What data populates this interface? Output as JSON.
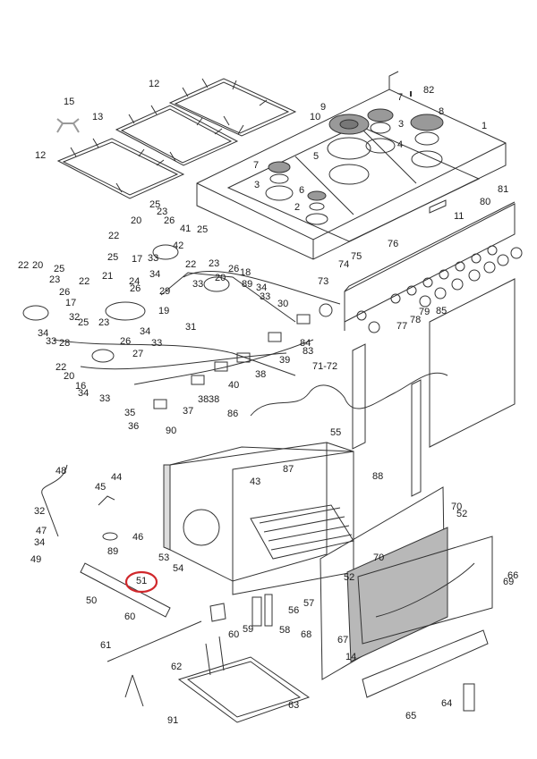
{
  "title": "Cooker exploded parts diagram",
  "highlight": {
    "part": "51",
    "color": "#d0282c"
  },
  "colors": {
    "line": "#333333",
    "fill_gray": "#9a9a9a",
    "glass": "#b8b8b8",
    "bg": "#ffffff"
  },
  "labels": [
    {
      "id": "1",
      "text": "1"
    },
    {
      "id": "2",
      "text": "2"
    },
    {
      "id": "3a",
      "text": "3"
    },
    {
      "id": "3b",
      "text": "3"
    },
    {
      "id": "4",
      "text": "4"
    },
    {
      "id": "5",
      "text": "5"
    },
    {
      "id": "6",
      "text": "6"
    },
    {
      "id": "7a",
      "text": "7"
    },
    {
      "id": "7b",
      "text": "7"
    },
    {
      "id": "8",
      "text": "8"
    },
    {
      "id": "9",
      "text": "9"
    },
    {
      "id": "10",
      "text": "10"
    },
    {
      "id": "11",
      "text": "11"
    },
    {
      "id": "12a",
      "text": "12"
    },
    {
      "id": "12b",
      "text": "12"
    },
    {
      "id": "13",
      "text": "13"
    },
    {
      "id": "14",
      "text": "14"
    },
    {
      "id": "15",
      "text": "15"
    },
    {
      "id": "16",
      "text": "16"
    },
    {
      "id": "17a",
      "text": "17"
    },
    {
      "id": "17b",
      "text": "17"
    },
    {
      "id": "18",
      "text": "18"
    },
    {
      "id": "19",
      "text": "19"
    },
    {
      "id": "20a",
      "text": "20"
    },
    {
      "id": "20b",
      "text": "20"
    },
    {
      "id": "20c",
      "text": "20"
    },
    {
      "id": "20d",
      "text": "20"
    },
    {
      "id": "21",
      "text": "21"
    },
    {
      "id": "22a",
      "text": "22"
    },
    {
      "id": "22b",
      "text": "22"
    },
    {
      "id": "22c",
      "text": "22"
    },
    {
      "id": "22d",
      "text": "22"
    },
    {
      "id": "22e",
      "text": "22"
    },
    {
      "id": "23a",
      "text": "23"
    },
    {
      "id": "23b",
      "text": "23"
    },
    {
      "id": "23c",
      "text": "23"
    },
    {
      "id": "23d",
      "text": "23"
    },
    {
      "id": "24",
      "text": "24"
    },
    {
      "id": "25a",
      "text": "25"
    },
    {
      "id": "25b",
      "text": "25"
    },
    {
      "id": "25c",
      "text": "25"
    },
    {
      "id": "25d",
      "text": "25"
    },
    {
      "id": "25e",
      "text": "25"
    },
    {
      "id": "26a",
      "text": "26"
    },
    {
      "id": "26b",
      "text": "26"
    },
    {
      "id": "26c",
      "text": "26"
    },
    {
      "id": "26d",
      "text": "26"
    },
    {
      "id": "26e",
      "text": "26"
    },
    {
      "id": "27",
      "text": "27"
    },
    {
      "id": "28",
      "text": "28"
    },
    {
      "id": "29",
      "text": "29"
    },
    {
      "id": "30",
      "text": "30"
    },
    {
      "id": "31",
      "text": "31"
    },
    {
      "id": "32a",
      "text": "32"
    },
    {
      "id": "32b",
      "text": "32"
    },
    {
      "id": "33a",
      "text": "33"
    },
    {
      "id": "33b",
      "text": "33"
    },
    {
      "id": "33c",
      "text": "33"
    },
    {
      "id": "33d",
      "text": "33"
    },
    {
      "id": "33e",
      "text": "33"
    },
    {
      "id": "33f",
      "text": "33"
    },
    {
      "id": "34a",
      "text": "34"
    },
    {
      "id": "34b",
      "text": "34"
    },
    {
      "id": "34c",
      "text": "34"
    },
    {
      "id": "34d",
      "text": "34"
    },
    {
      "id": "34e",
      "text": "34"
    },
    {
      "id": "34f",
      "text": "34"
    },
    {
      "id": "35",
      "text": "35"
    },
    {
      "id": "36",
      "text": "36"
    },
    {
      "id": "37",
      "text": "37"
    },
    {
      "id": "38a",
      "text": "38"
    },
    {
      "id": "38b",
      "text": "38"
    },
    {
      "id": "38c",
      "text": "38"
    },
    {
      "id": "39",
      "text": "39"
    },
    {
      "id": "40",
      "text": "40"
    },
    {
      "id": "41",
      "text": "41"
    },
    {
      "id": "42",
      "text": "42"
    },
    {
      "id": "43",
      "text": "43"
    },
    {
      "id": "44",
      "text": "44"
    },
    {
      "id": "45",
      "text": "45"
    },
    {
      "id": "46",
      "text": "46"
    },
    {
      "id": "47",
      "text": "47"
    },
    {
      "id": "48",
      "text": "48"
    },
    {
      "id": "49",
      "text": "49"
    },
    {
      "id": "50",
      "text": "50"
    },
    {
      "id": "51",
      "text": "51"
    },
    {
      "id": "52a",
      "text": "52"
    },
    {
      "id": "52b",
      "text": "52"
    },
    {
      "id": "53",
      "text": "53"
    },
    {
      "id": "54",
      "text": "54"
    },
    {
      "id": "55",
      "text": "55"
    },
    {
      "id": "56",
      "text": "56"
    },
    {
      "id": "57",
      "text": "57"
    },
    {
      "id": "58",
      "text": "58"
    },
    {
      "id": "59",
      "text": "59"
    },
    {
      "id": "60a",
      "text": "60"
    },
    {
      "id": "60b",
      "text": "60"
    },
    {
      "id": "61",
      "text": "61"
    },
    {
      "id": "62",
      "text": "62"
    },
    {
      "id": "63",
      "text": "63"
    },
    {
      "id": "64",
      "text": "64"
    },
    {
      "id": "65",
      "text": "65"
    },
    {
      "id": "66",
      "text": "66"
    },
    {
      "id": "67",
      "text": "67"
    },
    {
      "id": "68",
      "text": "68"
    },
    {
      "id": "69",
      "text": "69"
    },
    {
      "id": "70a",
      "text": "70"
    },
    {
      "id": "70b",
      "text": "70"
    },
    {
      "id": "71-72",
      "text": "71-72"
    },
    {
      "id": "73",
      "text": "73"
    },
    {
      "id": "74",
      "text": "74"
    },
    {
      "id": "75",
      "text": "75"
    },
    {
      "id": "76",
      "text": "76"
    },
    {
      "id": "77",
      "text": "77"
    },
    {
      "id": "78",
      "text": "78"
    },
    {
      "id": "79",
      "text": "79"
    },
    {
      "id": "80",
      "text": "80"
    },
    {
      "id": "81",
      "text": "81"
    },
    {
      "id": "82",
      "text": "82"
    },
    {
      "id": "83",
      "text": "83"
    },
    {
      "id": "84",
      "text": "84"
    },
    {
      "id": "85",
      "text": "85"
    },
    {
      "id": "86",
      "text": "86"
    },
    {
      "id": "87",
      "text": "87"
    },
    {
      "id": "88",
      "text": "88"
    },
    {
      "id": "89a",
      "text": "89"
    },
    {
      "id": "89b",
      "text": "89"
    },
    {
      "id": "90",
      "text": "90"
    },
    {
      "id": "91",
      "text": "91"
    }
  ]
}
